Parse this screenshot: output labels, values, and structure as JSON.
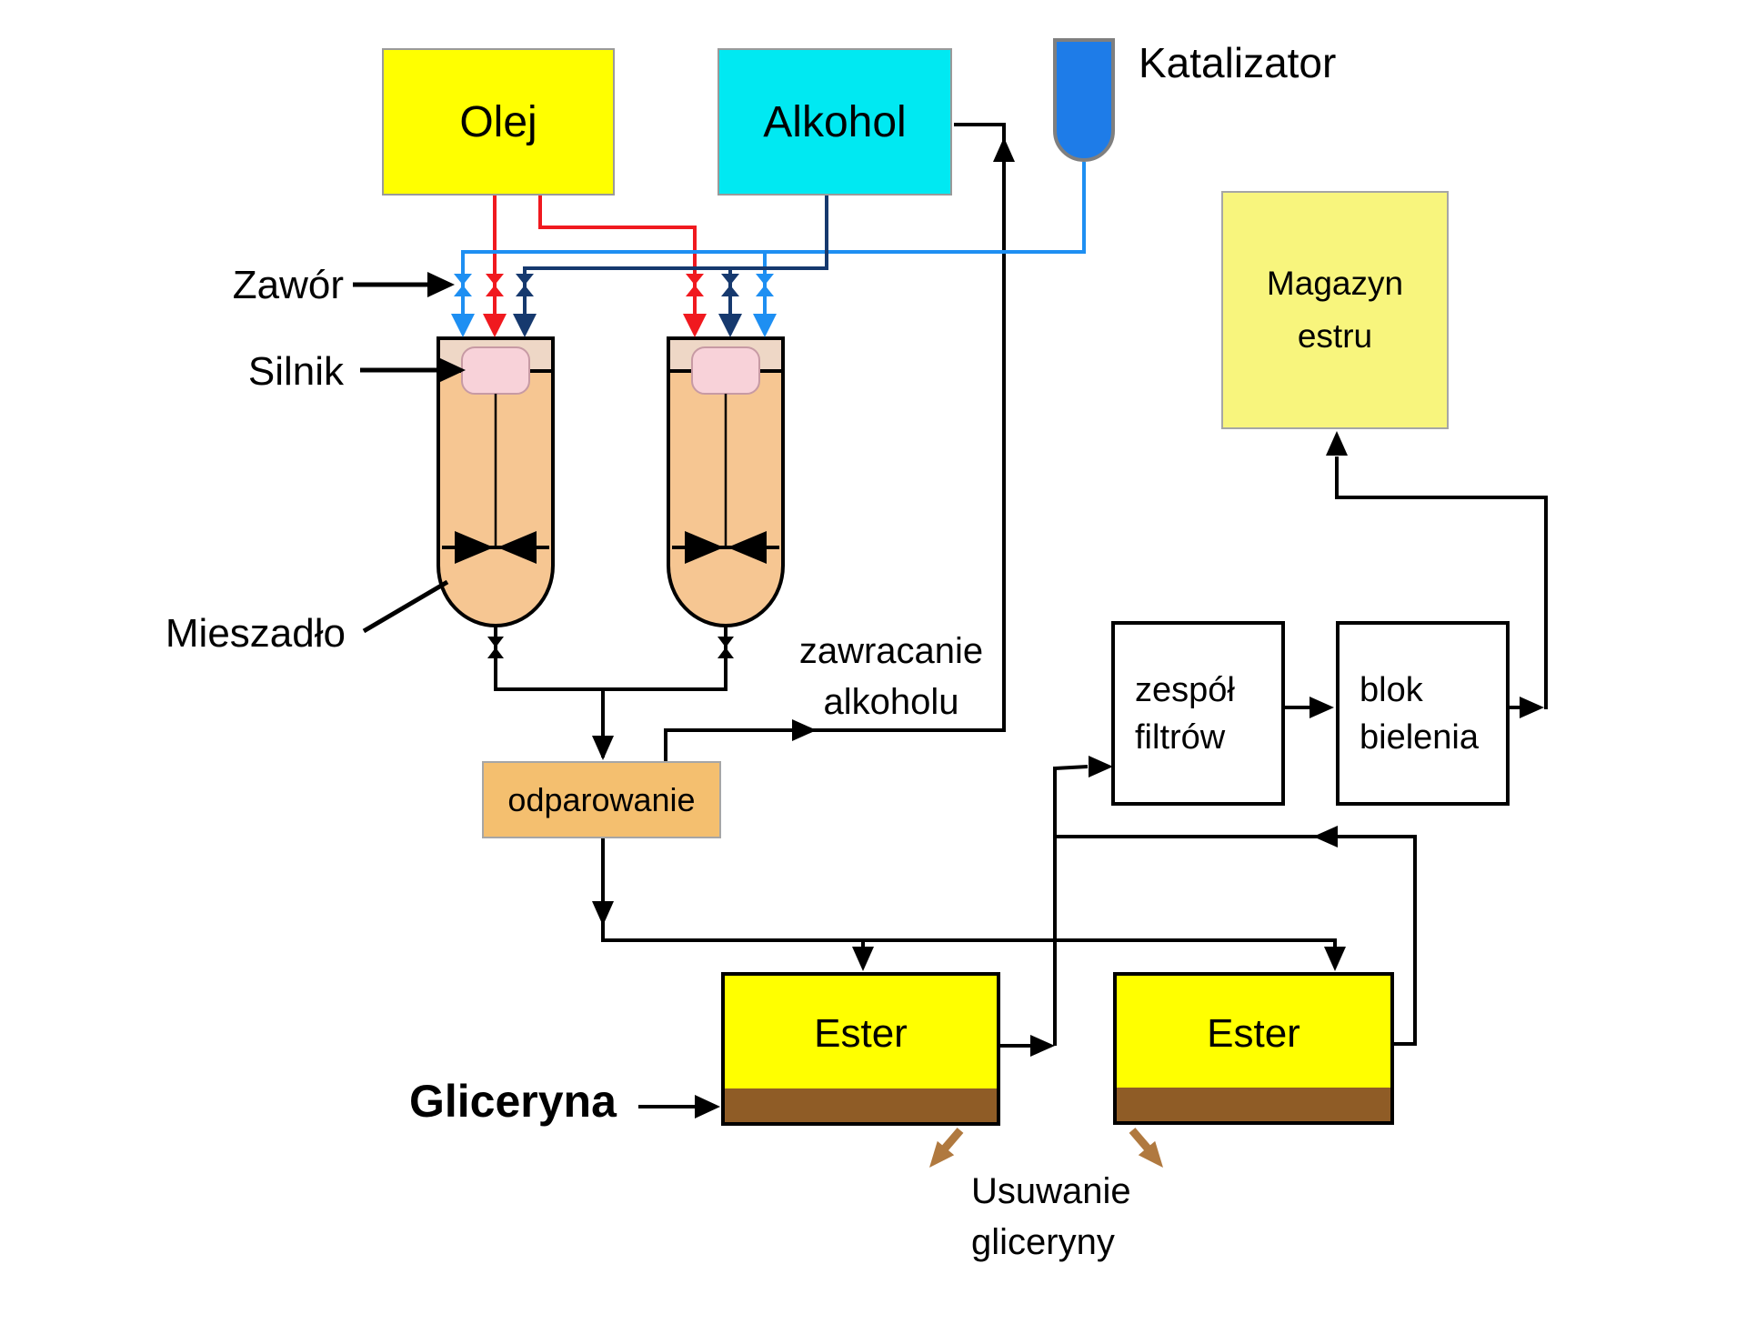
{
  "colors": {
    "black": "#000000",
    "red": "#f0191f",
    "light_blue": "#1e8ff2",
    "navy": "#16396e",
    "yellow": "#ffff00",
    "cyan": "#00e9f2",
    "pale_yellow": "#f8f57d",
    "orange": "#f4bf6f",
    "vessel_body": "#f6c692",
    "vessel_top": "#eed7c6",
    "motor_pink": "#f8d2d9",
    "flask_blue": "#1e7ce8",
    "brown": "#8f5c26",
    "brown_arrow": "#b0793f"
  },
  "boxes": {
    "olej": {
      "label": "Olej"
    },
    "alkohol": {
      "label": "Alkohol"
    },
    "katalizator": {
      "label": "Katalizator"
    },
    "magazyn_estru": {
      "line1": "Magazyn",
      "line2": "estru"
    },
    "zespol_filtrow": {
      "line1": "zespół",
      "line2": "filtrów"
    },
    "blok_bielenia": {
      "line1": "blok",
      "line2": "bielenia"
    },
    "odparowanie": {
      "label": "odparowanie"
    },
    "ester_tank_1": {
      "label": "Ester"
    },
    "ester_tank_2": {
      "label": "Ester"
    }
  },
  "labels": {
    "zawor": "Zawór",
    "silnik": "Silnik",
    "mieszadlo": "Mieszadło",
    "gliceryna": "Gliceryna",
    "zawracanie": {
      "line1": "zawracanie",
      "line2": "alkoholu"
    },
    "usuwanie": {
      "line1": "Usuwanie",
      "line2": "gliceryny"
    }
  }
}
